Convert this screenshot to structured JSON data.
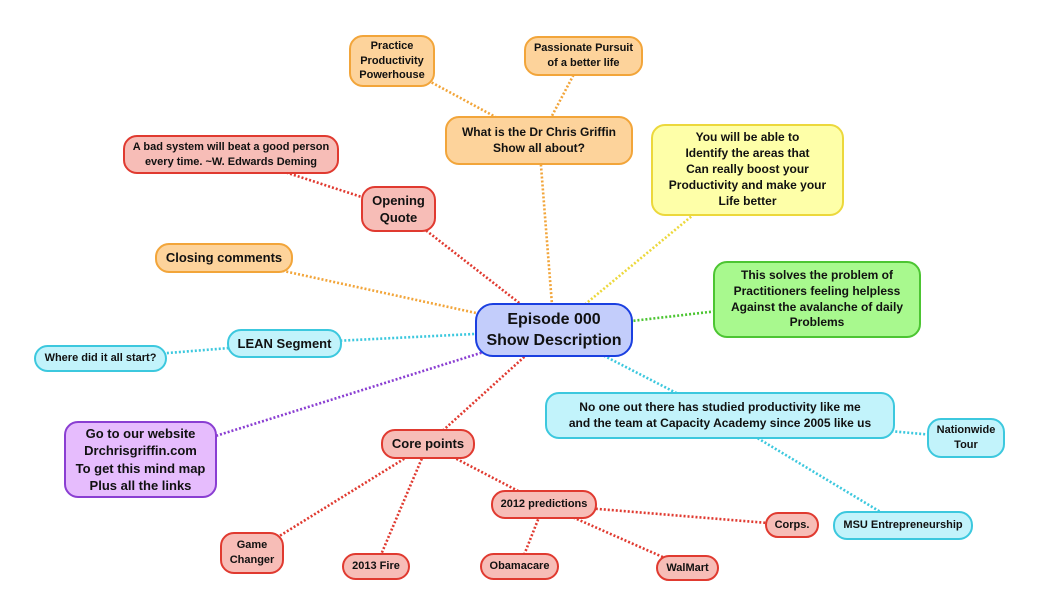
{
  "center": {
    "label": "Episode 000\nShow Description",
    "fill": "#c3cdfb",
    "border": "#1a3fe0"
  },
  "nodes": {
    "practice_productivity": "Practice\nProductivity\nPowerhouse",
    "passionate_pursuit": "Passionate Pursuit\nof a better life",
    "what_is_show": "What is the Dr Chris Griffin\nShow all about?",
    "bad_system_quote": "A bad system will beat a good person\nevery time. ~W. Edwards Deming",
    "opening_quote": "Opening\nQuote",
    "you_will_be_able": "You will be able to\nIdentify the areas that\nCan really boost your\nProductivity and make your\nLife better",
    "closing_comments": "Closing comments",
    "solves_problem": "This solves the problem of\nPractitioners feeling helpless\nAgainst the avalanche of daily\nProblems",
    "lean_segment": "LEAN Segment",
    "where_start": "Where did it all start?",
    "no_one_studied": "No one out there has studied productivity like me\nand the team at Capacity Academy since 2005 like us",
    "nationwide_tour": "Nationwide\nTour",
    "msu": "MSU Entrepreneurship",
    "go_to_website": "Go to our website\nDrchrisgriffin.com\nTo get this mind map\nPlus all the links",
    "core_points": "Core points",
    "predictions_2012": "2012 predictions",
    "corps": "Corps.",
    "game_changer": "Game\nChanger",
    "fire_2013": "2013 Fire",
    "obamacare": "Obamacare",
    "walmart": "WalMart"
  },
  "colors": {
    "orange": "#f2a53a",
    "red": "#e03a30",
    "yellow": "#ecd83c",
    "green": "#4cc532",
    "cyan": "#3cc8de",
    "purple": "#8a3ed2",
    "center_blue": "#1a3fe0"
  },
  "links": [
    {
      "from": "center",
      "to": "what_is_show",
      "color": "orange"
    },
    {
      "from": "what_is_show",
      "to": "practice_productivity",
      "color": "orange"
    },
    {
      "from": "what_is_show",
      "to": "passionate_pursuit",
      "color": "orange"
    },
    {
      "from": "center",
      "to": "closing_comments",
      "color": "orange"
    },
    {
      "from": "center",
      "to": "opening_quote",
      "color": "red"
    },
    {
      "from": "opening_quote",
      "to": "bad_system_quote",
      "color": "red"
    },
    {
      "from": "center",
      "to": "you_will_be_able",
      "color": "yellow"
    },
    {
      "from": "center",
      "to": "solves_problem",
      "color": "green"
    },
    {
      "from": "center",
      "to": "lean_segment",
      "color": "cyan"
    },
    {
      "from": "lean_segment",
      "to": "where_start",
      "color": "cyan"
    },
    {
      "from": "center",
      "to": "no_one_studied",
      "color": "cyan"
    },
    {
      "from": "no_one_studied",
      "to": "nationwide_tour",
      "color": "cyan"
    },
    {
      "from": "no_one_studied",
      "to": "msu",
      "color": "cyan"
    },
    {
      "from": "center",
      "to": "go_to_website",
      "color": "purple"
    },
    {
      "from": "center",
      "to": "core_points",
      "color": "red"
    },
    {
      "from": "core_points",
      "to": "predictions_2012",
      "color": "red"
    },
    {
      "from": "core_points",
      "to": "game_changer",
      "color": "red"
    },
    {
      "from": "core_points",
      "to": "fire_2013",
      "color": "red"
    },
    {
      "from": "predictions_2012",
      "to": "corps",
      "color": "red"
    },
    {
      "from": "predictions_2012",
      "to": "obamacare",
      "color": "red"
    },
    {
      "from": "predictions_2012",
      "to": "walmart",
      "color": "red"
    }
  ]
}
